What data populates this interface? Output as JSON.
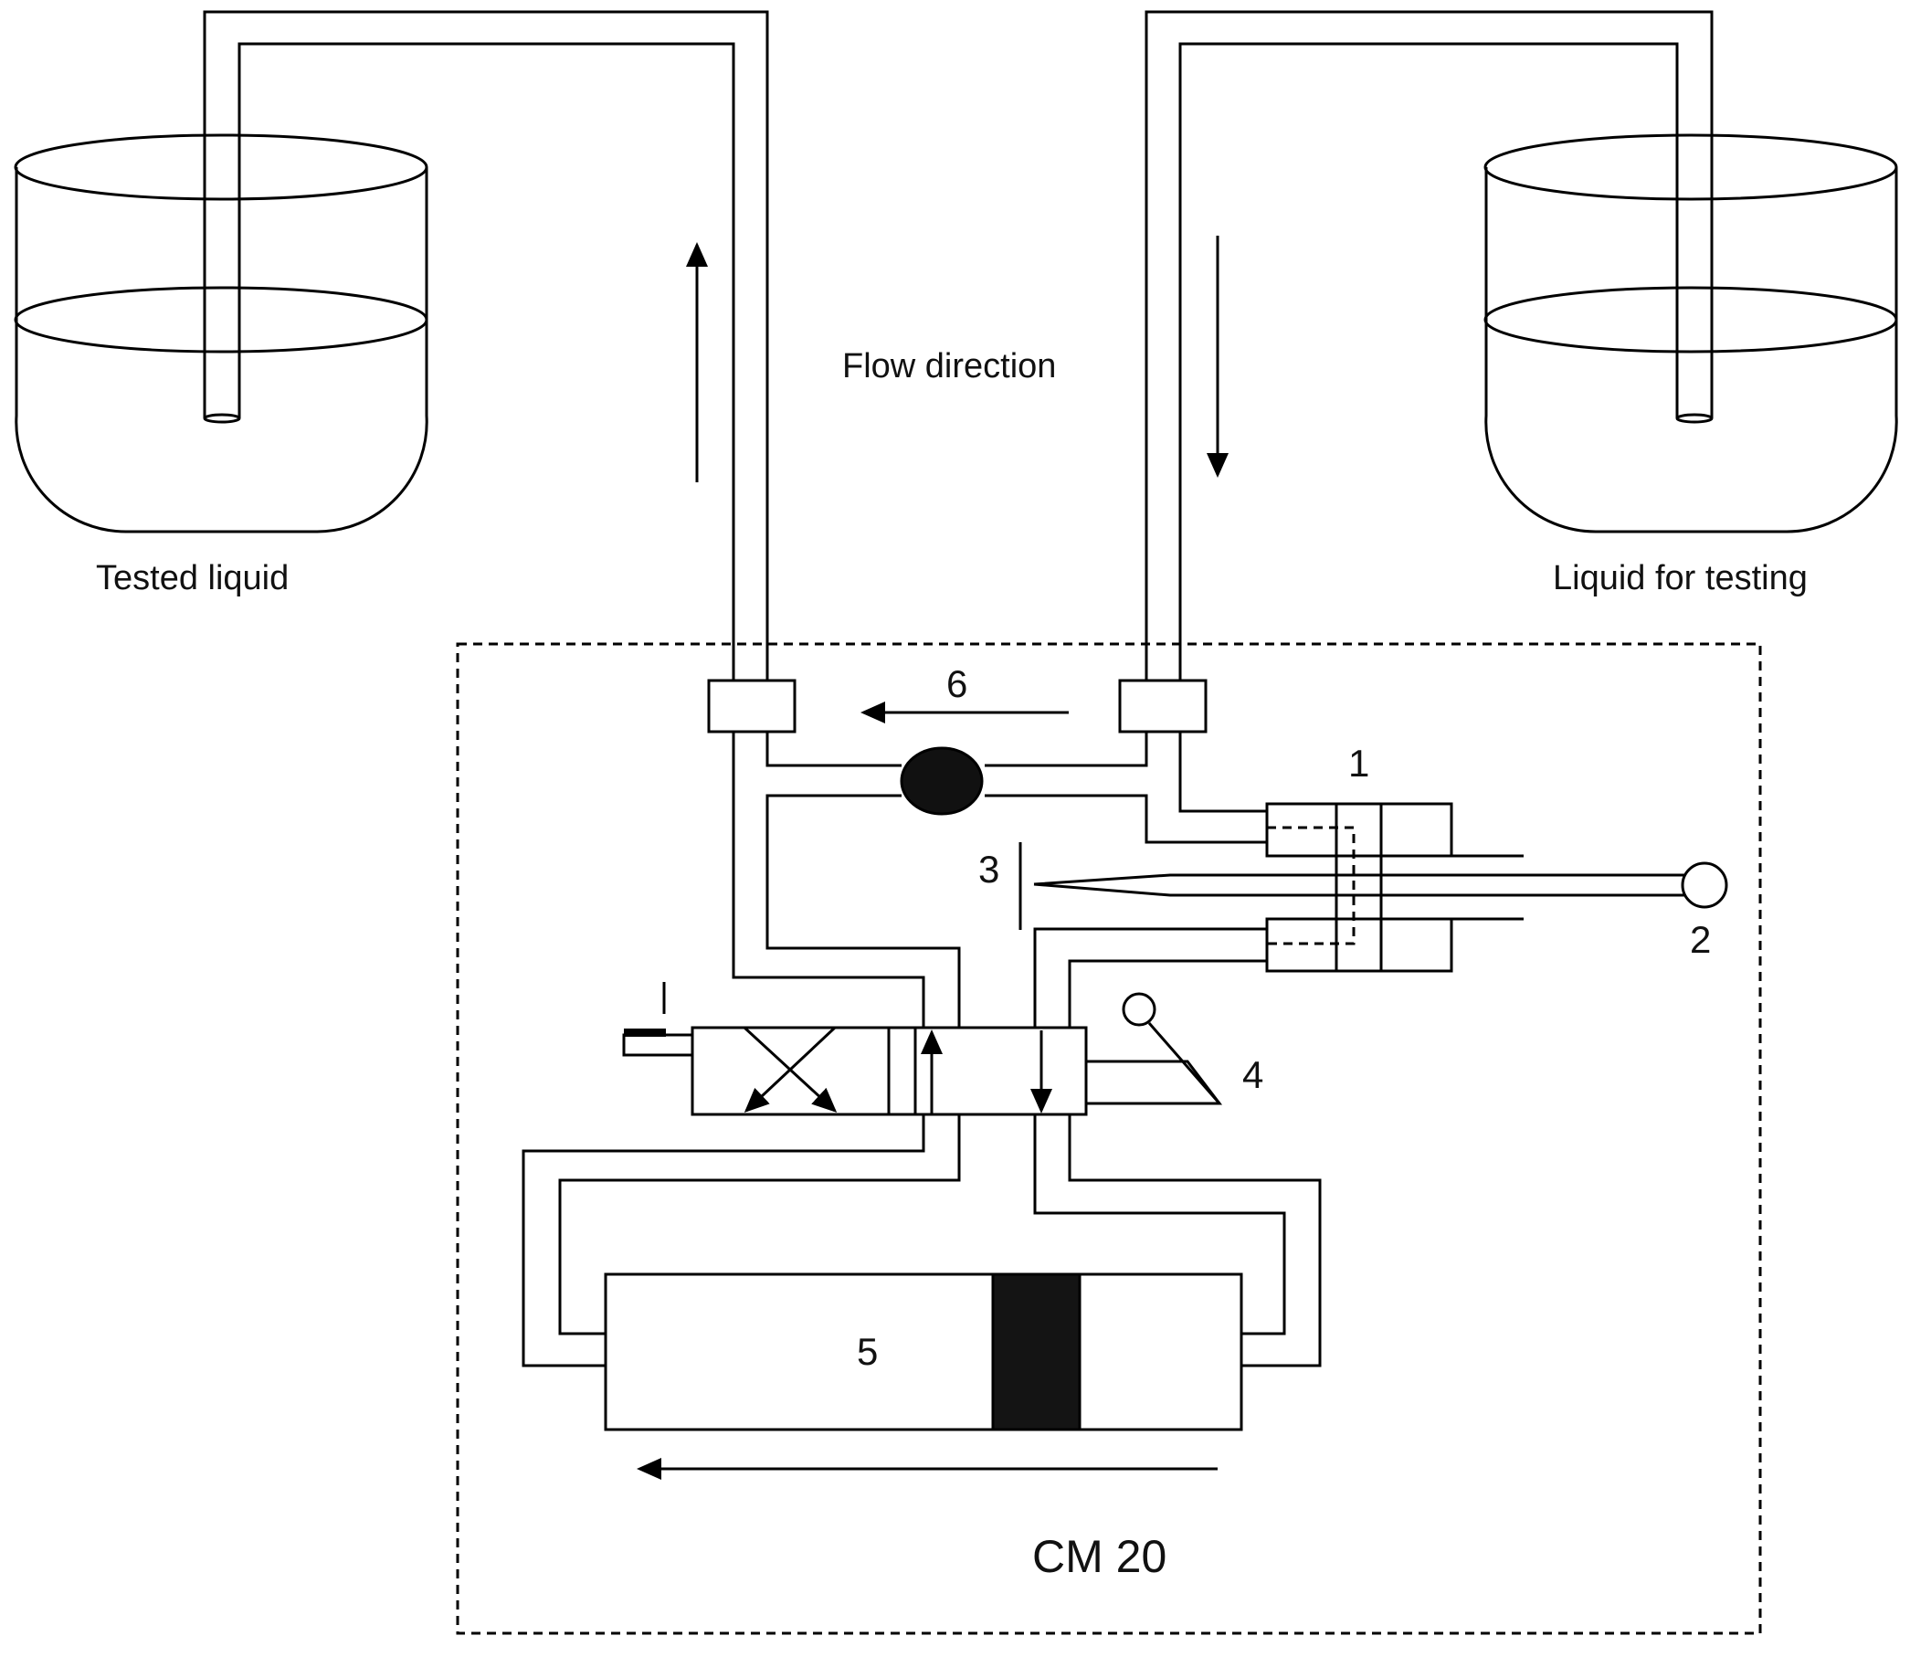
{
  "labels": {
    "tested_liquid": "Tested liquid",
    "liquid_for_testing": "Liquid for testing",
    "flow_direction": "Flow direction",
    "device_name": "CM 20",
    "part_1": "1",
    "part_2": "2",
    "part_3": "3",
    "part_4": "4",
    "part_5": "5",
    "part_6": "6"
  }
}
